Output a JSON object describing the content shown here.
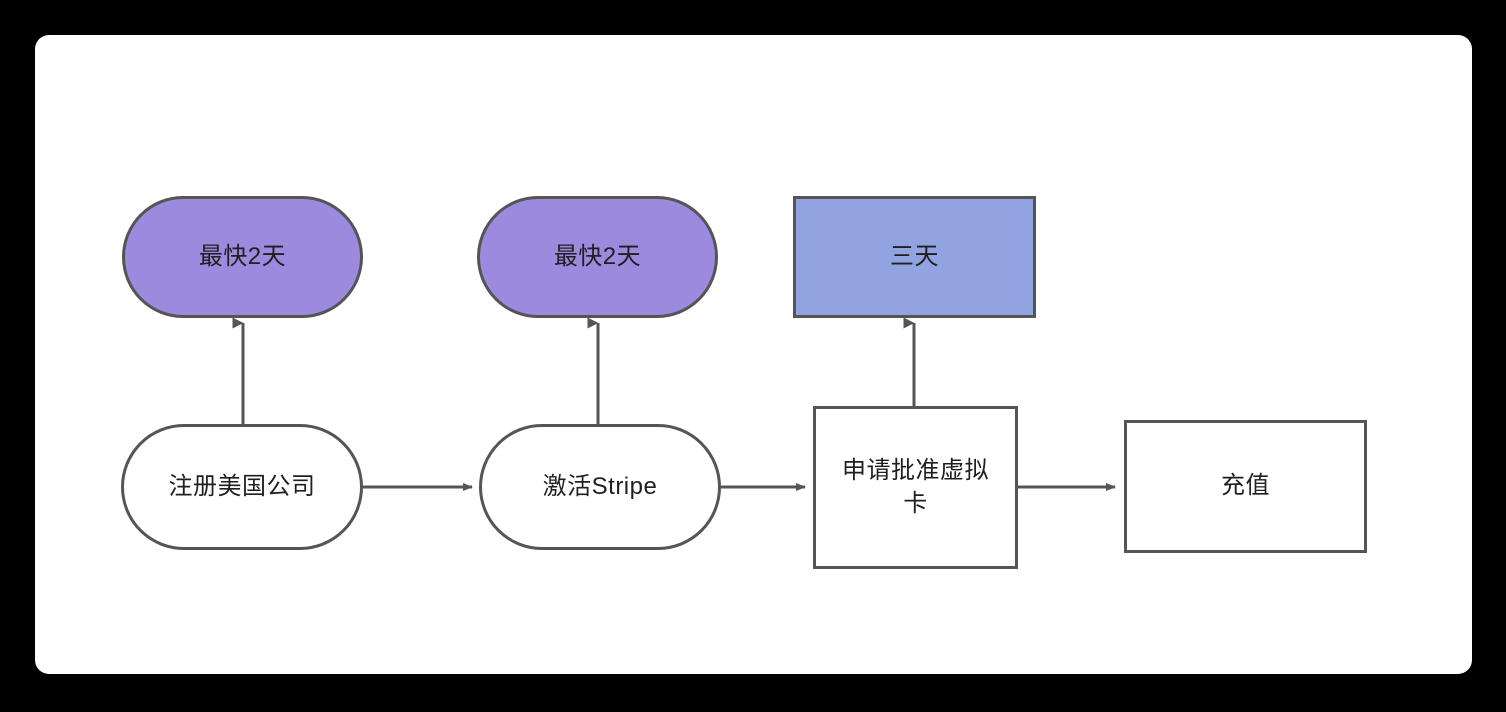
{
  "canvas": {
    "background": "#000000",
    "surface": "#ffffff",
    "border_color": "#555555",
    "text_color": "#1f1f1f"
  },
  "palette": {
    "purple": "#9b8ade",
    "blue": "#91a3e0",
    "white": "#ffffff",
    "stroke": "#555555"
  },
  "diagram": {
    "type": "flowchart",
    "orientation": "left-to-right",
    "nodes": [
      {
        "id": "duration-register",
        "label": "最快2天",
        "shape": "stadium",
        "fill": "#9b8ade",
        "row": "top"
      },
      {
        "id": "duration-stripe",
        "label": "最快2天",
        "shape": "stadium",
        "fill": "#9b8ade",
        "row": "top"
      },
      {
        "id": "duration-virtualcard",
        "label": "三天",
        "shape": "rectangle",
        "fill": "#91a3e0",
        "row": "top"
      },
      {
        "id": "step-register-company",
        "label": "注册美国公司",
        "shape": "stadium",
        "fill": "#ffffff",
        "row": "bottom"
      },
      {
        "id": "step-activate-stripe",
        "label": "激活Stripe",
        "shape": "stadium",
        "fill": "#ffffff",
        "row": "bottom"
      },
      {
        "id": "step-apply-virtual-card",
        "label": "申请批准虚拟\n卡",
        "shape": "rectangle",
        "fill": "#ffffff",
        "row": "bottom"
      },
      {
        "id": "step-top-up",
        "label": "充值",
        "shape": "rectangle",
        "fill": "#ffffff",
        "row": "bottom"
      }
    ],
    "edges": [
      {
        "id": "edge-register-to-stripe",
        "from": "step-register-company",
        "to": "step-activate-stripe",
        "direction": "right"
      },
      {
        "id": "edge-stripe-to-virtualcard",
        "from": "step-activate-stripe",
        "to": "step-apply-virtual-card",
        "direction": "right"
      },
      {
        "id": "edge-virtualcard-to-topup",
        "from": "step-apply-virtual-card",
        "to": "step-top-up",
        "direction": "right"
      },
      {
        "id": "edge-register-to-duration",
        "from": "step-register-company",
        "to": "duration-register",
        "direction": "up"
      },
      {
        "id": "edge-stripe-to-duration",
        "from": "step-activate-stripe",
        "to": "duration-stripe",
        "direction": "up"
      },
      {
        "id": "edge-virtualcard-to-duration",
        "from": "step-apply-virtual-card",
        "to": "duration-virtualcard",
        "direction": "up"
      }
    ]
  }
}
